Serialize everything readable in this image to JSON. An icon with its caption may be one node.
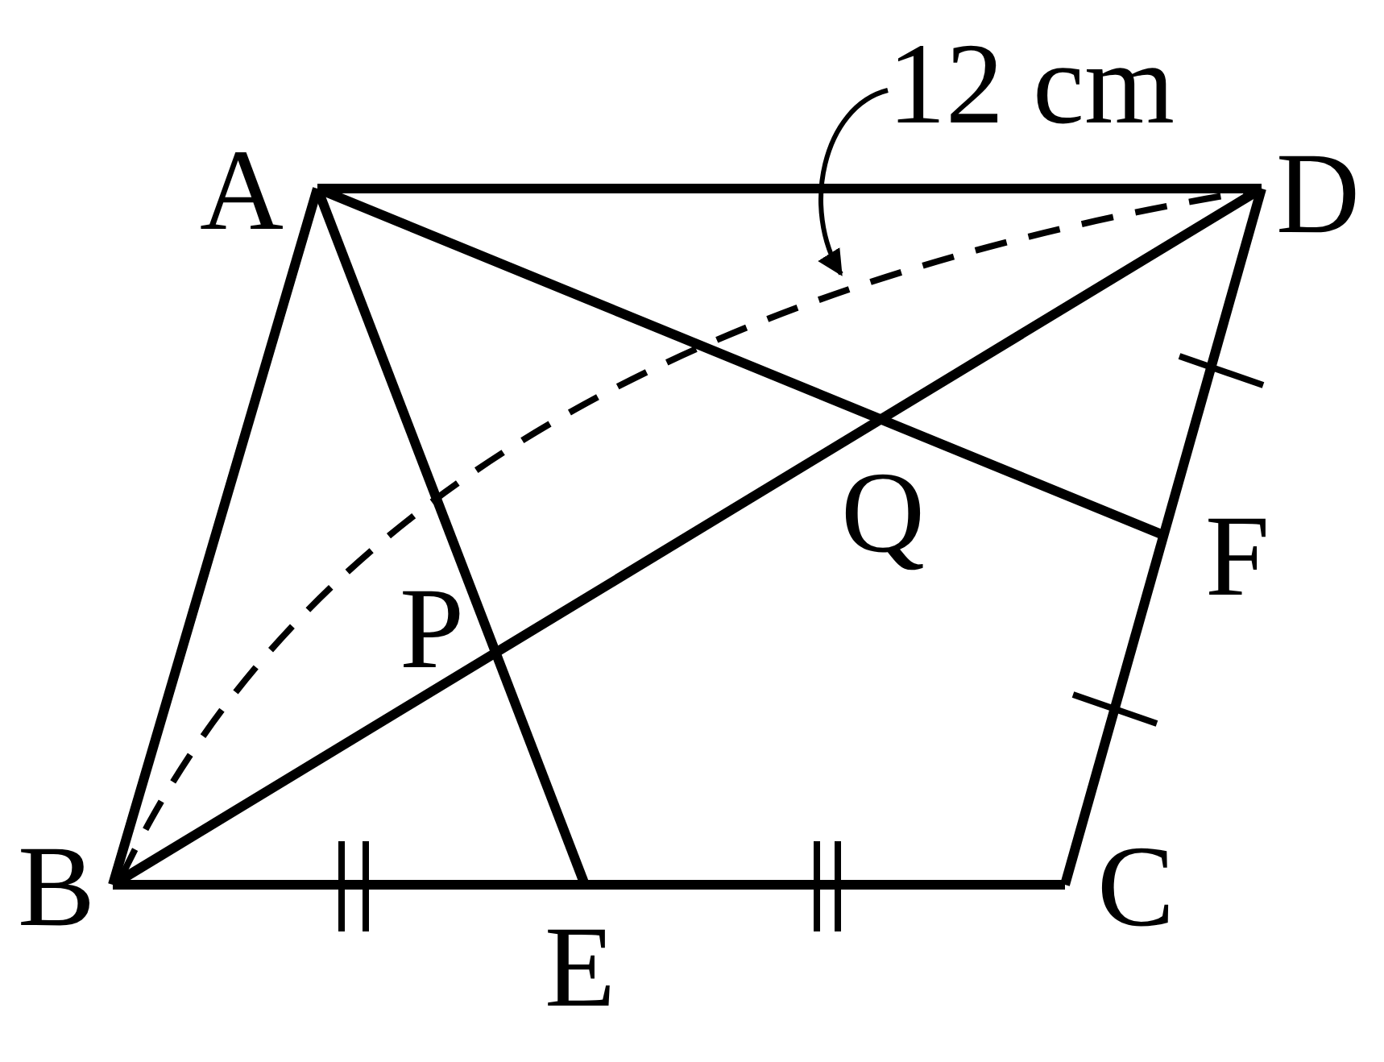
{
  "diagram": {
    "nodes": [
      {
        "text": [
          "12 cm"
        ]
      },
      {
        "text": [],
        "shape": "arc"
      }
    ],
    "edges": [
      {
        "from": 0,
        "to": 1,
        "arrow": "to"
      }
    ],
    "labels": [
      "A",
      "D",
      "Q",
      "F",
      "P",
      "B",
      "E",
      "C"
    ]
  }
}
